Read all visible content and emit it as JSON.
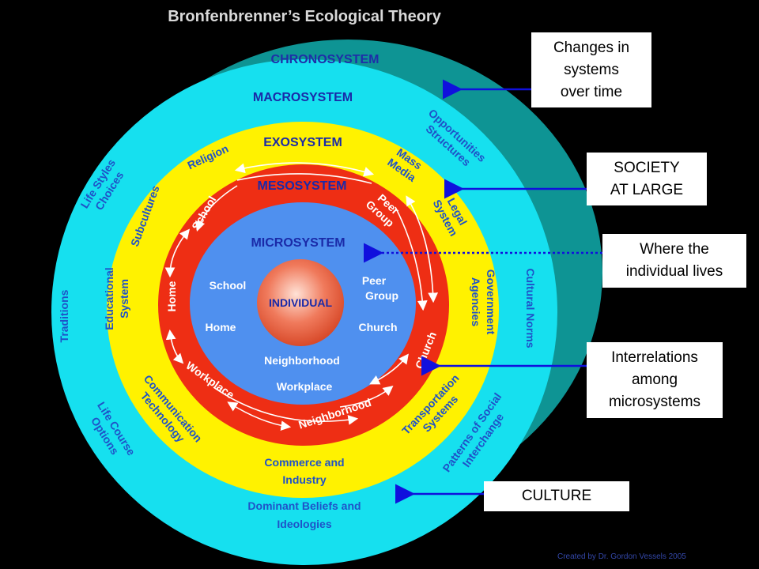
{
  "title": "Bronfenbrenner’s Ecological Theory",
  "rings": {
    "chronosystem": "CHRONOSYSTEM",
    "macrosystem": "MACROSYSTEM",
    "exosystem": "EXOSYSTEM",
    "mesosystem": "MESOSYSTEM",
    "microsystem": "MICROSYSTEM",
    "individual": "INDIVIDUAL"
  },
  "macro_labels": {
    "life_styles": [
      "Life Styles",
      "Choices"
    ],
    "opportunities": [
      "Opportunities",
      "Structures"
    ],
    "traditions": "Traditions",
    "cultural_norms": "Cultural Norms",
    "life_course": [
      "Life Course",
      "Options"
    ],
    "patterns": [
      "Patterns of Social",
      "Interchange"
    ],
    "dominant": [
      "Dominant Beliefs and",
      "Ideologies"
    ]
  },
  "exo_labels": {
    "religion": "Religion",
    "mass_media": [
      "Mass",
      "Media"
    ],
    "subcultures": "Subcultures",
    "legal": [
      "Legal",
      "System"
    ],
    "educational": [
      "Educational",
      "System"
    ],
    "government": [
      "Government",
      "Agencies"
    ],
    "communication": [
      "Communication",
      "Technology"
    ],
    "transportation": [
      "Transportation",
      "Systems"
    ],
    "commerce": [
      "Commerce and",
      "Industry"
    ]
  },
  "meso_labels": {
    "school": "School",
    "peer": [
      "Peer",
      "Group"
    ],
    "home": "Home",
    "church": "Church",
    "workplace": "Workplace",
    "neighborhood": "Neighborhood"
  },
  "micro_labels": {
    "school": "School",
    "peer": [
      "Peer",
      "Group"
    ],
    "home": "Home",
    "church": "Church",
    "neighborhood": "Neighborhood",
    "workplace": "Workplace"
  },
  "callouts": {
    "changes": [
      "Changes in",
      "systems",
      "over time"
    ],
    "society": [
      "SOCIETY",
      "AT LARGE"
    ],
    "individual_lives": [
      "Where the",
      "individual lives"
    ],
    "interrelations": [
      "Interrelations",
      "among",
      "microsystems"
    ],
    "culture": "CULTURE"
  },
  "credit": "Created by Dr. Gordon Vessels 2005",
  "colors": {
    "background": "#000000",
    "chrono": "#0e9494",
    "macro": "#16e0ef",
    "exo": "#fff200",
    "meso": "#ee2e14",
    "micro": "#4f90ef",
    "individual": "#f07050",
    "arrow": "#1010dd"
  }
}
